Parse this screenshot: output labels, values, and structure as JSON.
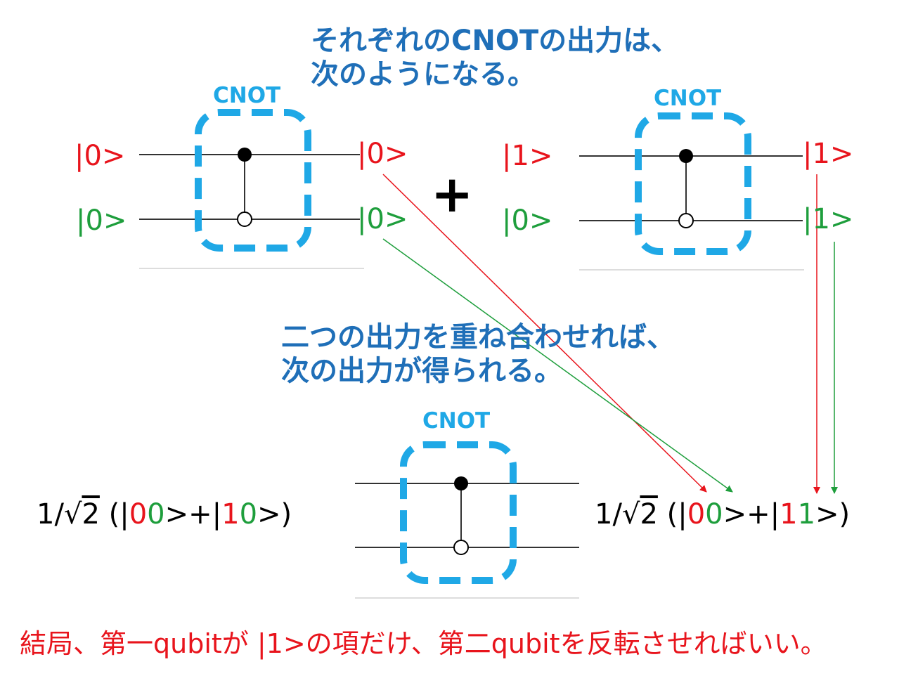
{
  "note_top": {
    "line1": "それぞれのCNOTの出力は、",
    "line2": "次のようになる。"
  },
  "note_middle": {
    "line1": "二つの出力を重ね合わせれば、",
    "line2": "次の出力が得られる。"
  },
  "gate_label": "CNOT",
  "plus_sign": "+",
  "circuit_left": {
    "in_top": "|0>",
    "in_bottom": "|0>",
    "out_top": "|0>",
    "out_bottom": "|0>"
  },
  "circuit_right": {
    "in_top": "|1>",
    "in_bottom": "|0>",
    "out_top": "|1>",
    "out_bottom": "|1>"
  },
  "formula_in": {
    "prefix": "1/",
    "root": "√",
    "radicand": "2",
    "open": " (|",
    "t1_a": "0",
    "t1_b": "0",
    "mid": ">+|",
    "t2_a": "1",
    "t2_b": "0",
    "close": ">)"
  },
  "formula_out": {
    "prefix": "1/",
    "root": "√",
    "radicand": "2",
    "open": " (|",
    "t1_a": "0",
    "t1_b": "0",
    "mid": ">+|",
    "t2_a": "1",
    "t2_b": "1",
    "close": ">)"
  },
  "conclusion": "結局、第一qubitが |1>の項だけ、第二qubitを反転させればいい。",
  "colors": {
    "first_qubit": "#e8141c",
    "second_qubit": "#1e9e3c",
    "gate_box": "#1fa8e6",
    "note": "#1f6fb8"
  }
}
